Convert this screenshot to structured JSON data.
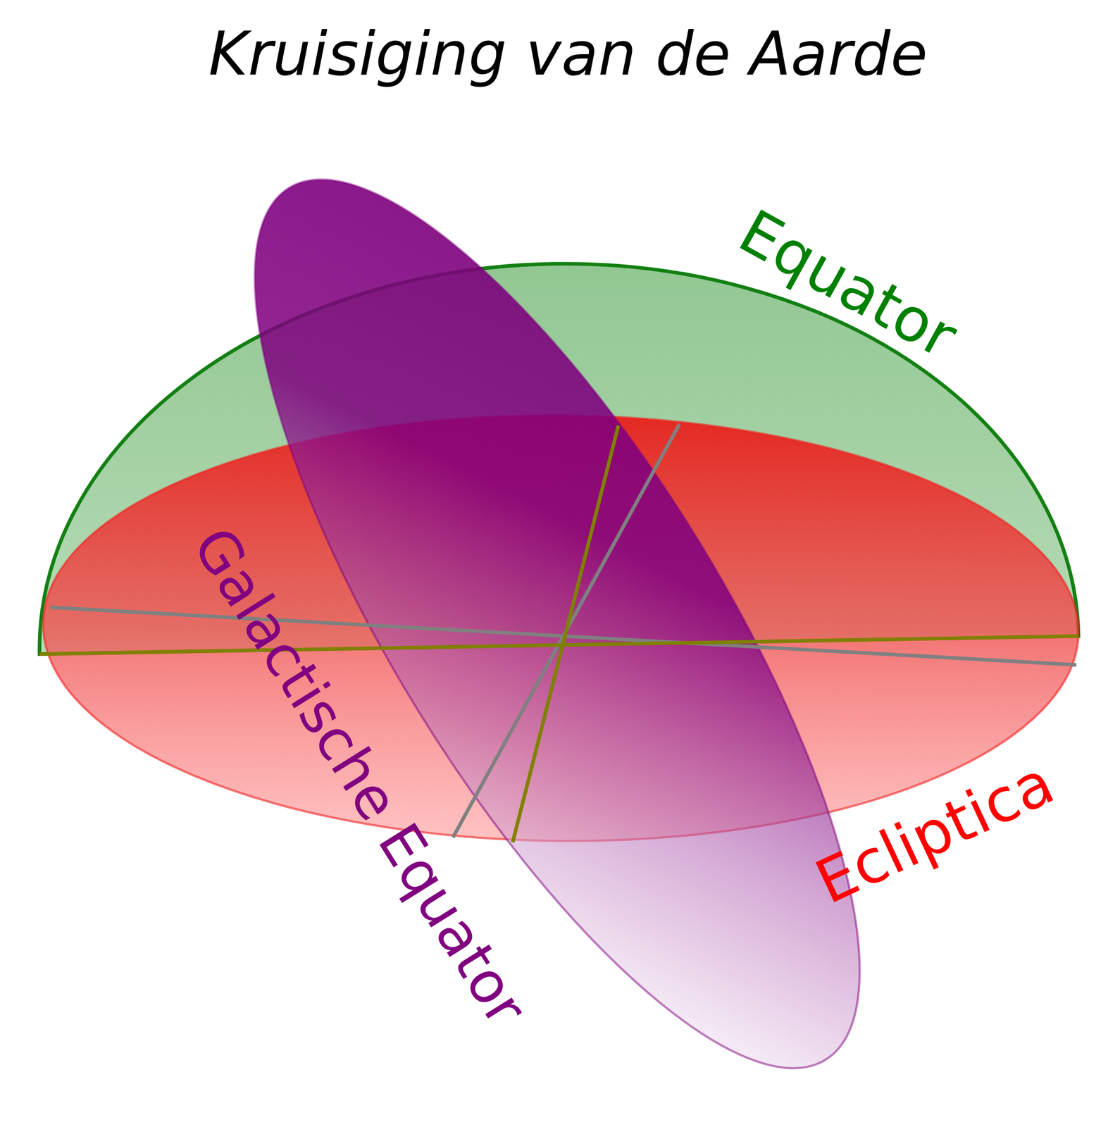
{
  "diagram": {
    "title": "Kruisiging van de Aarde",
    "labels": [
      "Equator",
      "Galactische Equator",
      "Ecliptica"
    ]
  }
}
